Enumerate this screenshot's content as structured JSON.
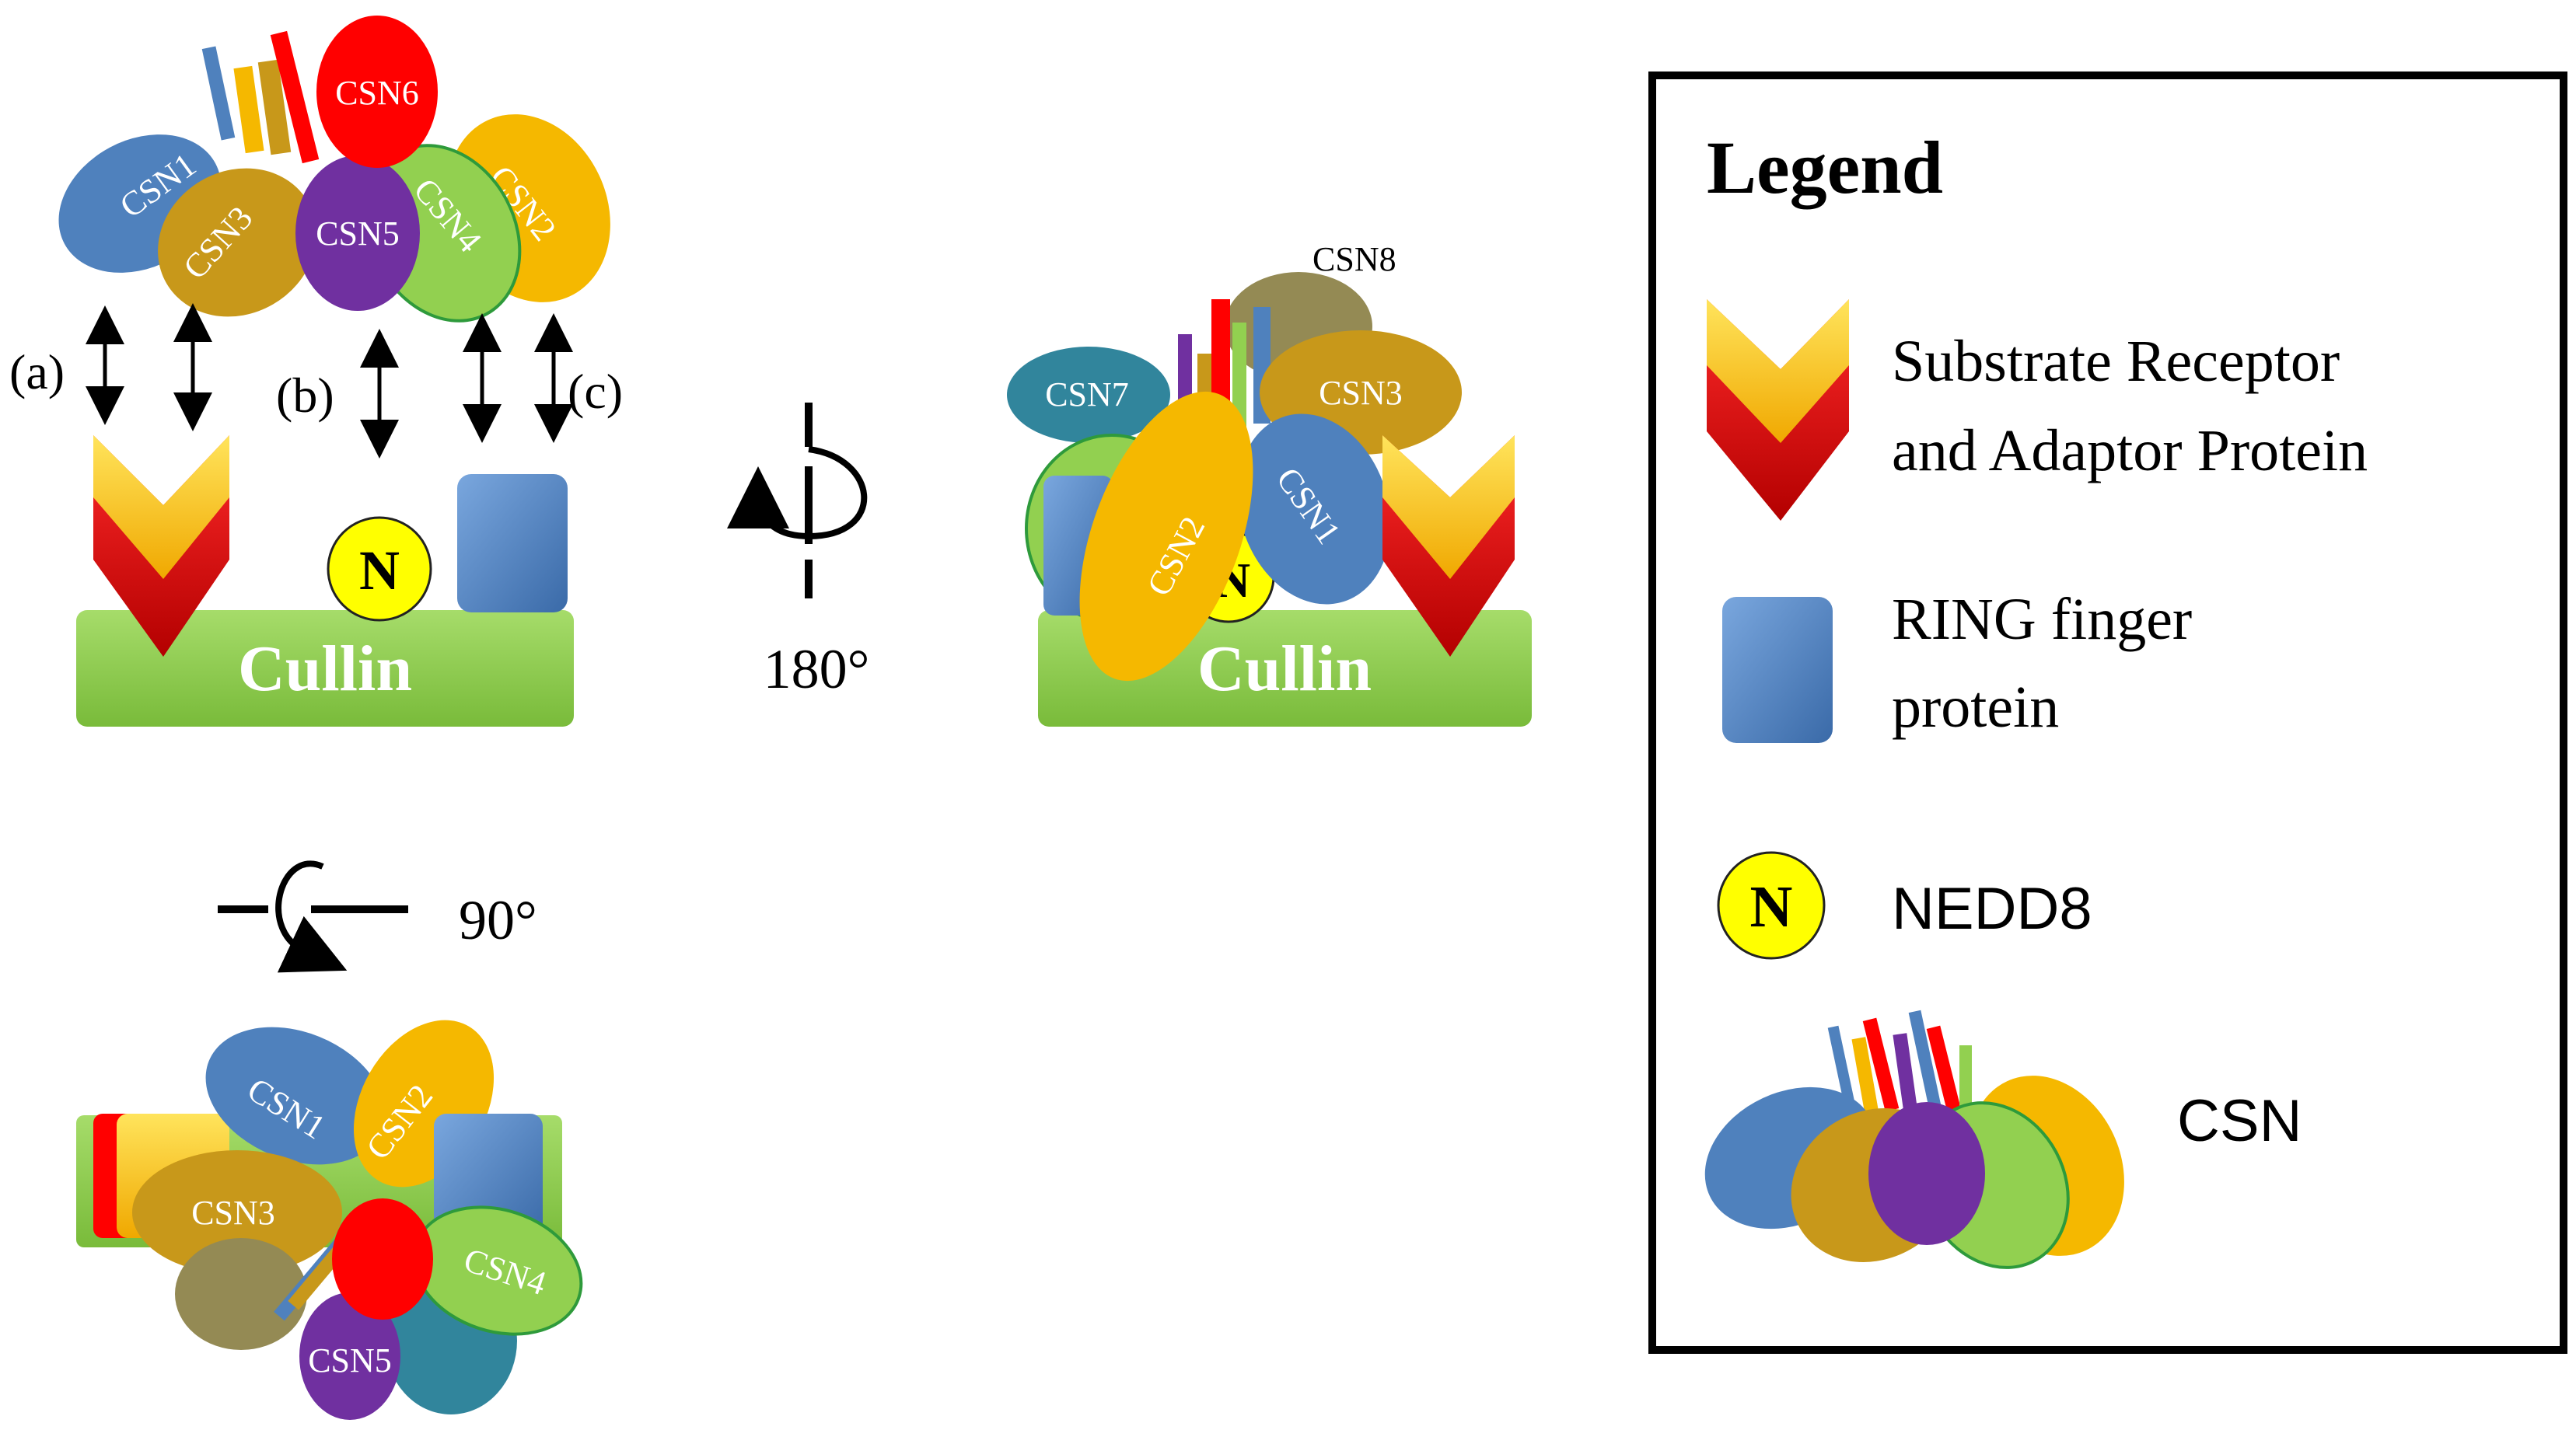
{
  "legend": {
    "title": "Legend",
    "receptor_line1": "Substrate Receptor",
    "receptor_line2": "and  Adaptor Protein",
    "ring_line1": "RING finger",
    "ring_line2": "protein",
    "nedd8": "NEDD8",
    "csn": "CSN"
  },
  "labels": {
    "cullin": "Cullin",
    "n": "N",
    "a": "(a)",
    "b": "(b)",
    "c": "(c)",
    "rot180": "180°",
    "rot90": "90°",
    "csn1": "CSN1",
    "csn2": "CSN2",
    "csn3": "CSN3",
    "csn4": "CSN4",
    "csn5": "CSN5",
    "csn6": "CSN6",
    "csn7": "CSN7",
    "csn8": "CSN8"
  },
  "colors": {
    "csn1": "#4f81bd",
    "csn2": "#f5b800",
    "csn3": "#c8981a",
    "csn4": "#92d050",
    "csn5": "#7030a0",
    "csn6": "#ff0000",
    "csn7": "#31859c",
    "csn8": "#948a54",
    "cullin": "#92d050",
    "ring": "#4f81bd",
    "nedd8": "#ffff00"
  }
}
